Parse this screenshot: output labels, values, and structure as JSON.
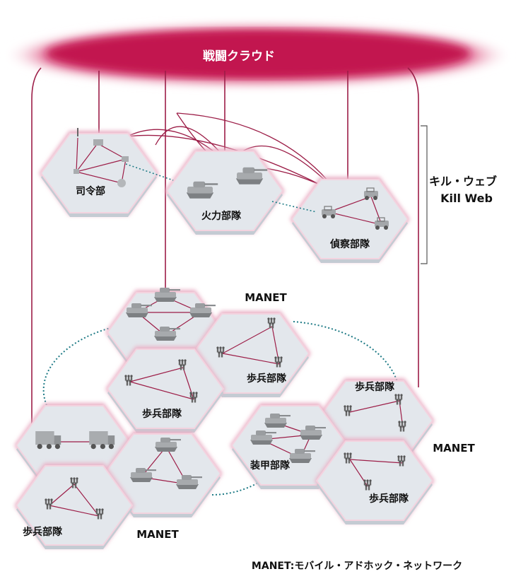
{
  "cloud": {
    "label": "戦闘クラウド"
  },
  "kill_web": {
    "label_jp": "キル・ウェブ",
    "label_en": "Kill Web"
  },
  "units": {
    "command": "司令部",
    "fires": "火力部隊",
    "recon": "偵察部隊",
    "inf_top_right": "歩兵部隊",
    "inf_top_left": "歩兵部隊",
    "inf_right_top": "歩兵部隊",
    "armor": "装甲部隊",
    "inf_right_bottom": "歩兵部隊",
    "inf_left_bottom": "歩兵部隊"
  },
  "manet_labels": {
    "top": "MANET",
    "right": "MANET",
    "bottom": "MANET"
  },
  "footnote": "MANET:モバイル・アドホック・ネットワーク",
  "colors": {
    "cloud": "#c8124f",
    "link": "#9c1d47",
    "glow": "#e9a6bf",
    "dotted": "#1f7b86",
    "tile": "#dfe3e8"
  }
}
